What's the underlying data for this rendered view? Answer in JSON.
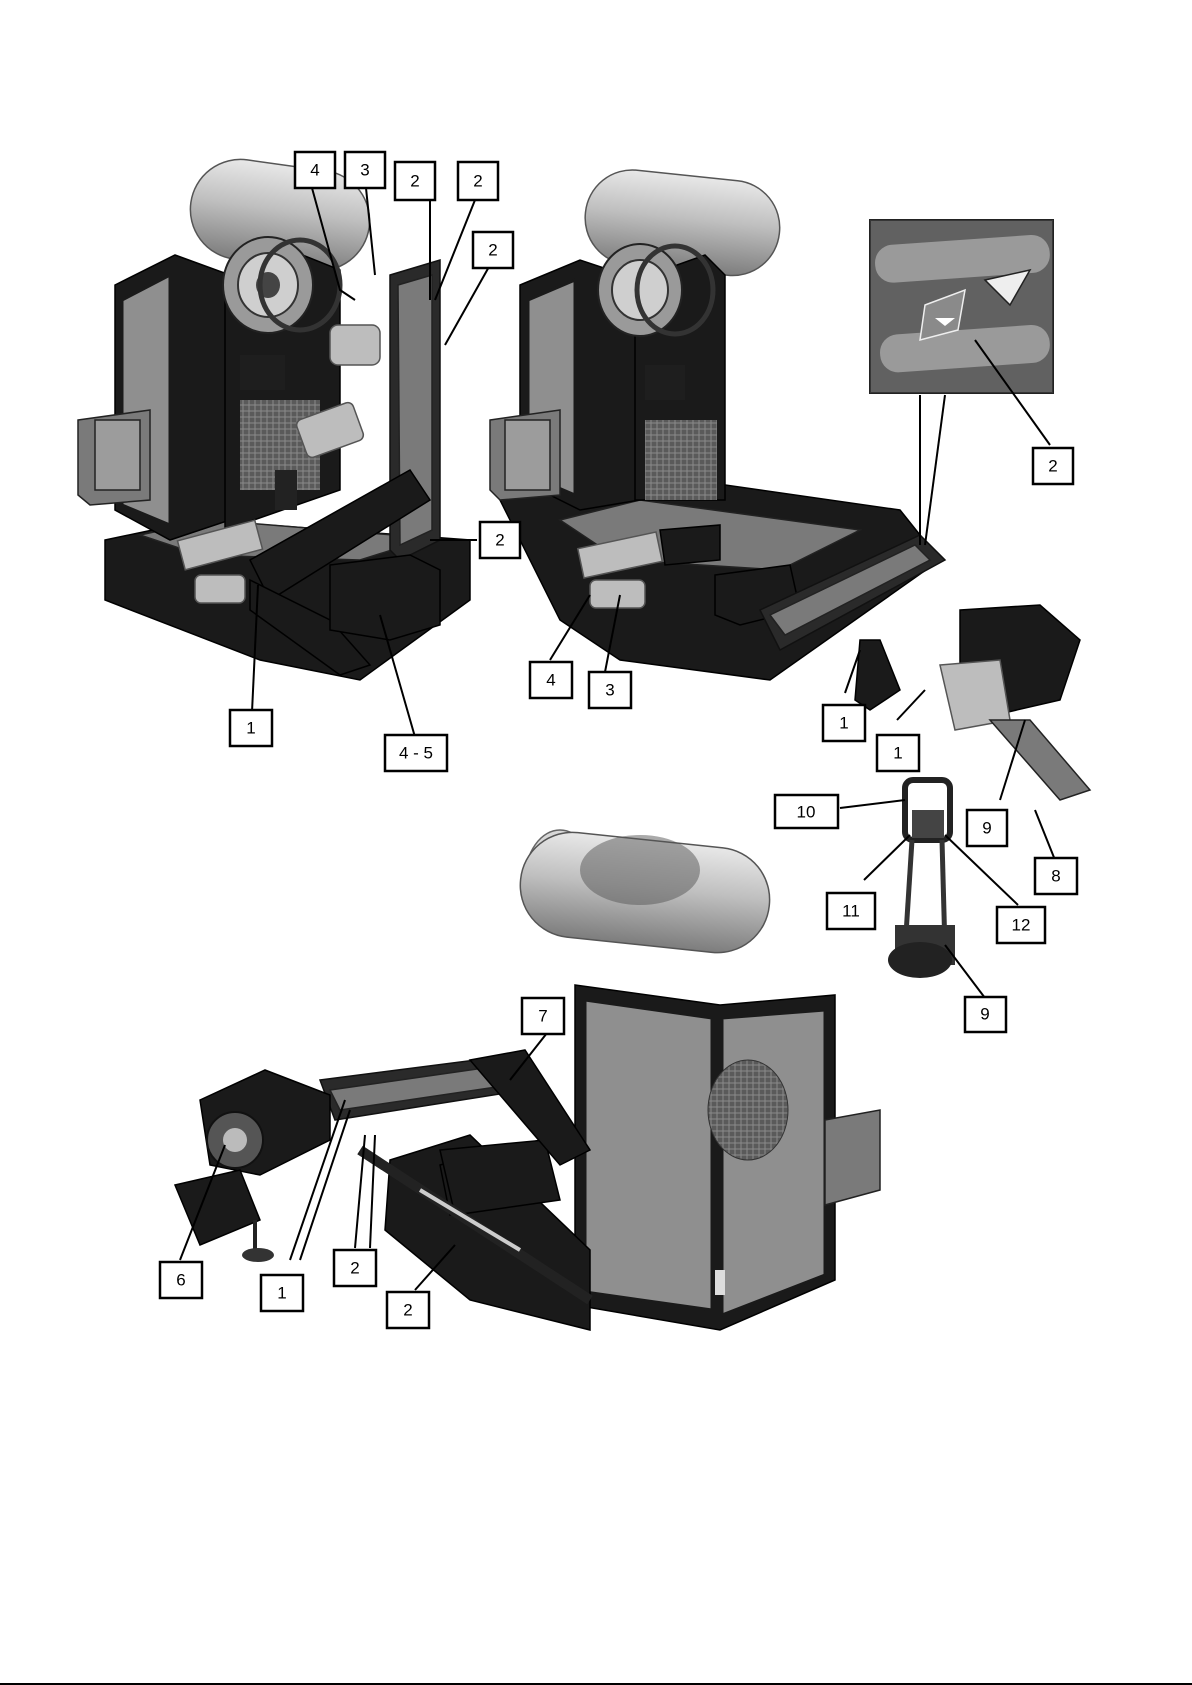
{
  "callouts": {
    "tl_4": "4",
    "tl_3": "3",
    "tl_2a": "2",
    "tl_2b": "2",
    "tl_2c": "2",
    "tl_2d": "2",
    "tl_1": "1",
    "tl_45": "4 - 5",
    "tr_2": "2",
    "tr_4": "4",
    "tr_3": "3",
    "tr_1a": "1",
    "tr_1b": "1",
    "tr_9a": "9",
    "tr_8": "8",
    "tr_10": "10",
    "tr_11": "11",
    "tr_12": "12",
    "tr_9b": "9",
    "b_7": "7",
    "b_6": "6",
    "b_1": "1",
    "b_2a": "2",
    "b_2b": "2"
  }
}
